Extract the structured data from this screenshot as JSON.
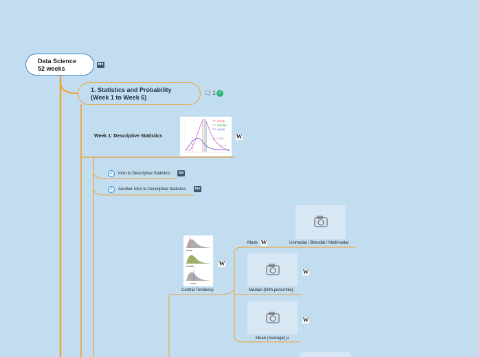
{
  "root": {
    "line1": "Data Science",
    "line2": "52 weeks",
    "badge": "tds"
  },
  "topic": {
    "line1": "1. Statistics and Probability",
    "line2": "(Week 1 to Week 6)",
    "comment_glyph": "🗨",
    "comment_count": "1",
    "done_glyph": "✓"
  },
  "week1": {
    "label": "Week 1: Descriptive Statistics",
    "wiki": "W"
  },
  "skew_chart": {
    "legend": [
      "mode",
      "median",
      "mean"
    ],
    "annotations": [
      "σ = 0.25",
      "σ = 1"
    ],
    "colors": {
      "mode": "#e84d4d",
      "median": "#3aa84a",
      "mean": "#5a6bd8"
    }
  },
  "tasks": [
    {
      "label": "Intro to Descriptive Statistics",
      "badge": "tds",
      "check": "✓"
    },
    {
      "label": "Another Intro to Descriptive Statistics",
      "badge": "tds",
      "check": "✓"
    }
  ],
  "central": {
    "label": "Central Tendency",
    "wiki": "W",
    "thumb_labels": [
      "mode",
      "median",
      "mean"
    ]
  },
  "mode": {
    "label": "Mode",
    "wiki": "W",
    "sub": "Unimodal / Bimodal / Multimodal"
  },
  "median": {
    "label": "Median (50th percentile)",
    "wiki": "W"
  },
  "mean": {
    "label": "Mean (Average) μ",
    "wiki": "W"
  },
  "icons": {
    "camera": "camera-icon",
    "check": "check-icon",
    "comment": "comment-icon",
    "wiki": "wikipedia-icon"
  },
  "colors": {
    "background": "#c3ddf0",
    "branch": "#f0a030",
    "root_border": "#3d86c6"
  }
}
